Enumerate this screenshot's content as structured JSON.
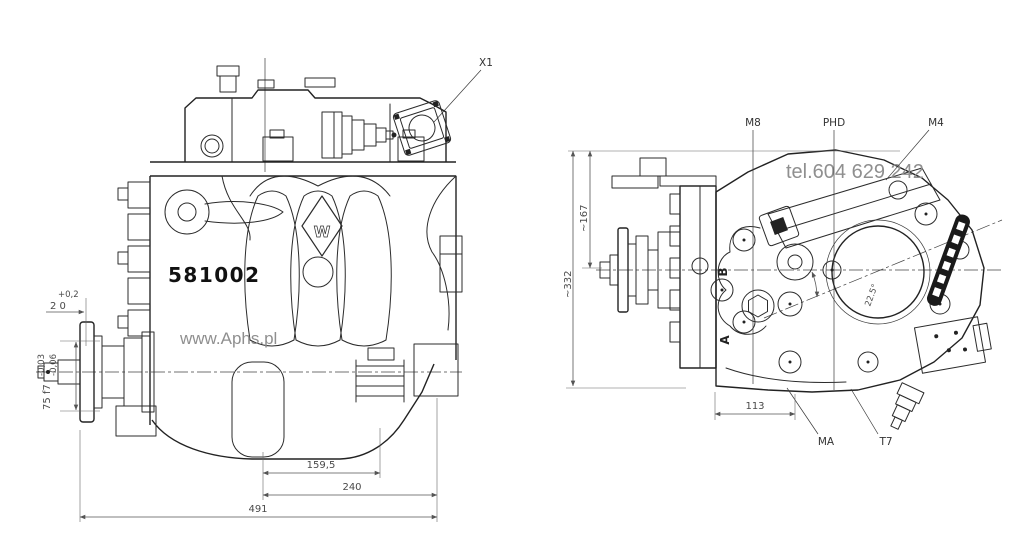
{
  "drawing": {
    "part_number": "581002",
    "watermarks": {
      "website": "www.Aphs.pl",
      "phone": "tel.604 629 242"
    },
    "logo_letter": "W",
    "callouts": {
      "x1": "X1",
      "m8": "M8",
      "phd": "PHD",
      "m4": "M4",
      "ma": "MA",
      "t7": "T7"
    },
    "view_letters": {
      "a": "A",
      "b": "B"
    },
    "dimensions": {
      "left_view": {
        "overall_length": "491",
        "mount_length": "240",
        "port_distance": "159,5",
        "step_nominal": "2 0",
        "step_tolerance": "+0,2",
        "shaft_diameter": "75 f7",
        "shaft_tol_upper": "-0,03",
        "shaft_tol_lower": "-0,06"
      },
      "right_view": {
        "height_to_centerline": "~167",
        "overall_height": "~332",
        "foot_width": "113",
        "cylinder_angle": "22.5°"
      }
    }
  }
}
